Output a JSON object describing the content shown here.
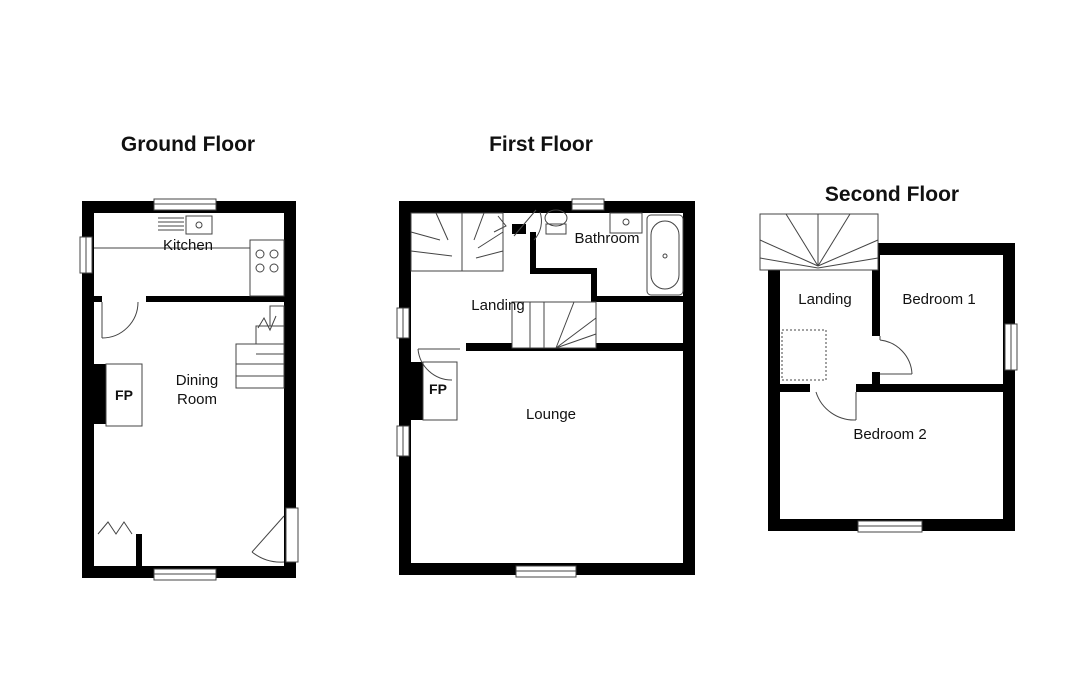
{
  "floors": {
    "ground": {
      "title": "Ground Floor",
      "rooms": {
        "kitchen": "Kitchen",
        "dining_1": "Dining",
        "dining_2": "Room",
        "fp": "FP"
      }
    },
    "first": {
      "title": "First Floor",
      "rooms": {
        "bathroom": "Bathroom",
        "landing": "Landing",
        "lounge": "Lounge",
        "fp": "FP"
      }
    },
    "second": {
      "title": "Second Floor",
      "rooms": {
        "landing": "Landing",
        "bedroom1": "Bedroom 1",
        "bedroom2": "Bedroom 2"
      }
    }
  }
}
